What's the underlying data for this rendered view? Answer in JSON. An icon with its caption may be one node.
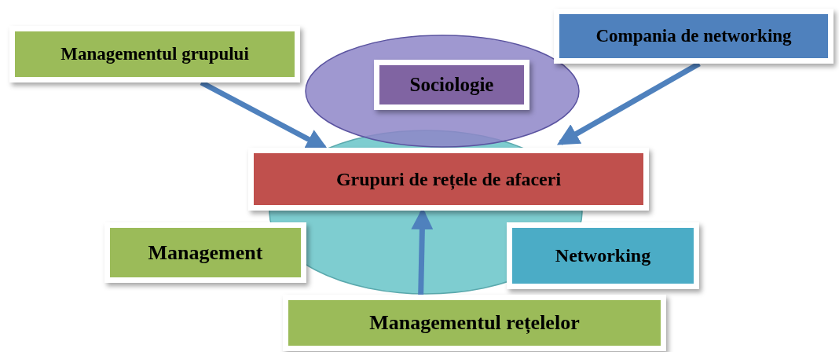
{
  "diagram": {
    "nodes": [
      {
        "text": [
          "Managementul grupului"
        ]
      },
      {
        "text": [
          "Compania de networking"
        ]
      },
      {
        "text": [
          "Sociologie"
        ]
      },
      {
        "text": [
          "Grupuri de rețele de afaceri"
        ]
      },
      {
        "text": [
          "Management"
        ]
      },
      {
        "text": [
          "Networking"
        ]
      },
      {
        "text": [
          "Managementul rețelelor"
        ]
      }
    ],
    "edges": [
      {
        "from": 0,
        "to": 3,
        "arrow": "to"
      },
      {
        "from": 1,
        "to": 3,
        "arrow": "to"
      },
      {
        "from": 6,
        "to": 3,
        "arrow": "to"
      }
    ]
  }
}
